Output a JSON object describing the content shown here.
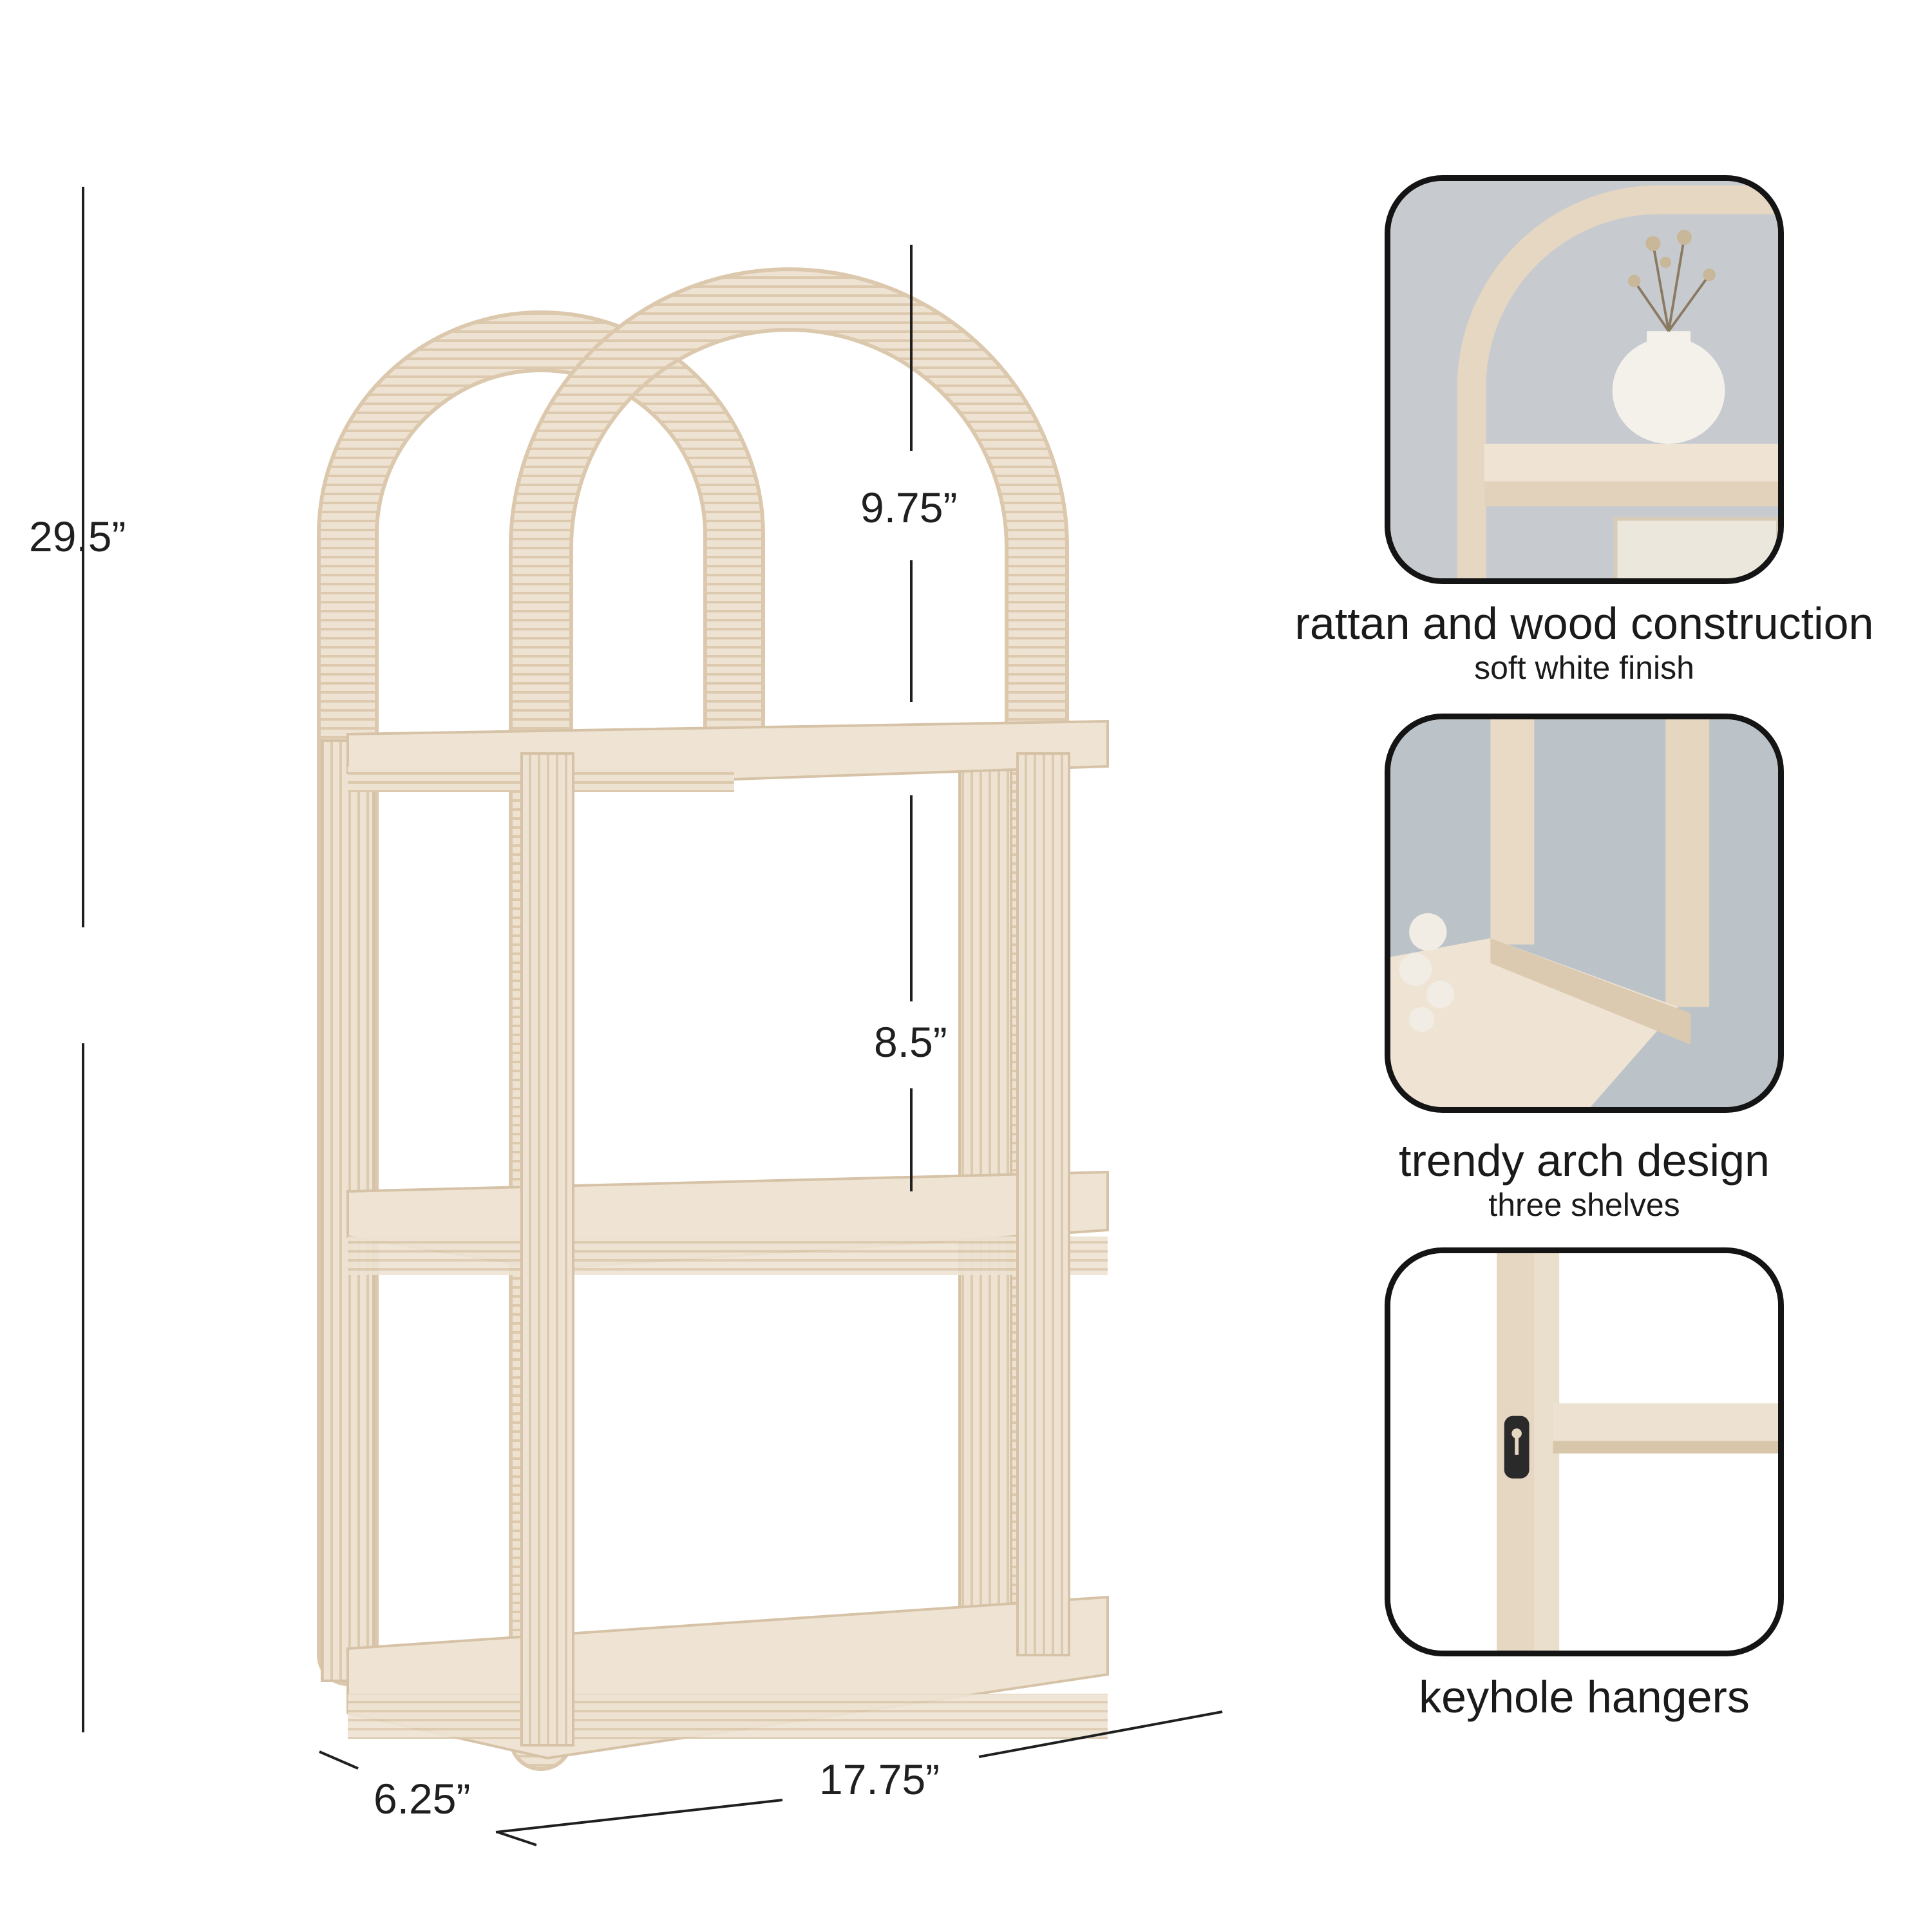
{
  "dimensions": {
    "height": "29.5”",
    "top_gap": "9.75”",
    "middle_gap": "8.5”",
    "width": "17.75”",
    "depth": "6.25”"
  },
  "features": [
    {
      "title": "rattan and wood construction",
      "subtitle": "soft white finish",
      "image": "arch-shelf-with-vase"
    },
    {
      "title": "trendy arch design",
      "subtitle": "three shelves",
      "image": "shelf-corner-with-coral"
    },
    {
      "title": "keyhole hangers",
      "subtitle": "",
      "image": "keyhole-hanger-closeup"
    }
  ],
  "colors": {
    "rattan": "#efe3d2",
    "rattan_shade": "#dcc8ad",
    "wall": "#c9cdd1",
    "frame_border": "#141414"
  }
}
